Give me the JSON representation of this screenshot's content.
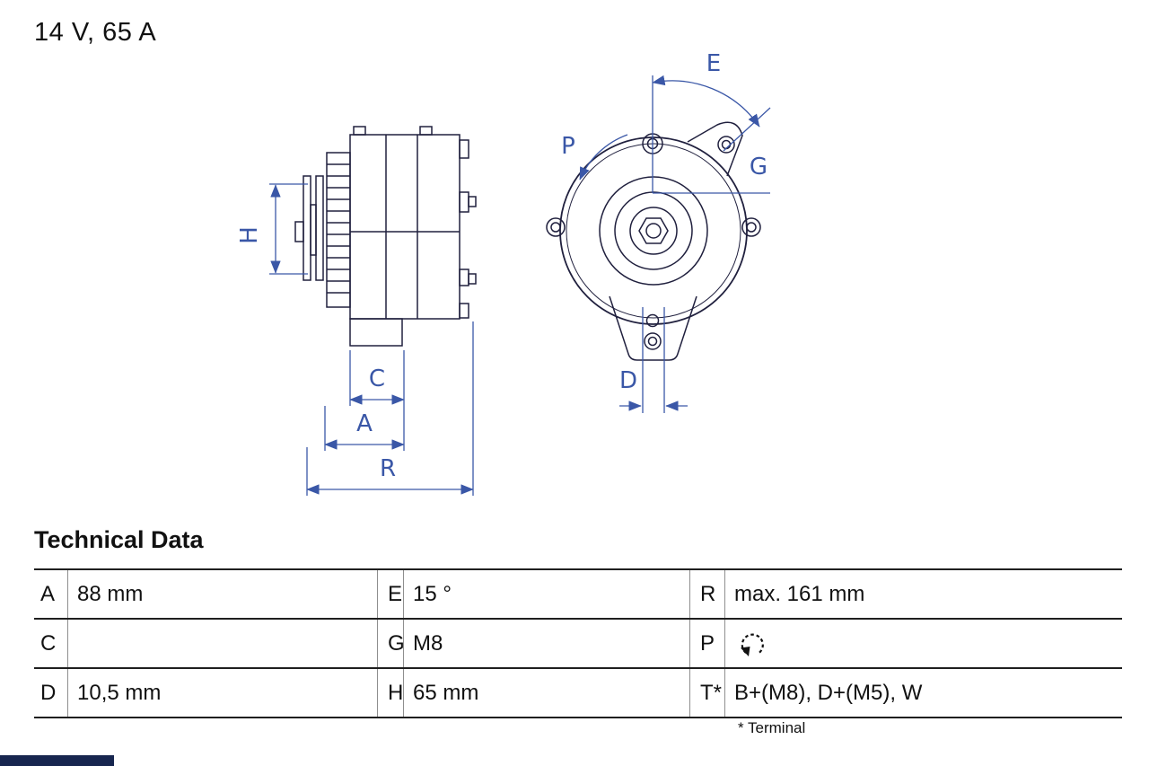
{
  "header": {
    "rating": "14 V, 65 A"
  },
  "diagram": {
    "labels": {
      "H": "H",
      "C": "C",
      "A": "A",
      "R": "R",
      "E": "E",
      "P": "P",
      "G": "G",
      "D": "D"
    }
  },
  "technical_data": {
    "title": "Technical Data",
    "rows": [
      [
        {
          "label": "A",
          "value": "88 mm"
        },
        {
          "label": "E",
          "value": "15 °"
        },
        {
          "label": "R",
          "value": "max. 161 mm"
        }
      ],
      [
        {
          "label": "C",
          "value": ""
        },
        {
          "label": "G",
          "value": "M8"
        },
        {
          "label": "P",
          "value": "",
          "icon": "ccw-rotation-icon"
        }
      ],
      [
        {
          "label": "D",
          "value": "10,5 mm"
        },
        {
          "label": "H",
          "value": "65 mm"
        },
        {
          "label": "T*",
          "value": "B+(M8), D+(M5), W"
        }
      ]
    ],
    "footnote": "* Terminal"
  },
  "colors": {
    "dimension_blue": "#3a57a7",
    "drawing_ink": "#20203e",
    "table_rule": "#1f1f1f",
    "corner_mark": "#17264f"
  }
}
